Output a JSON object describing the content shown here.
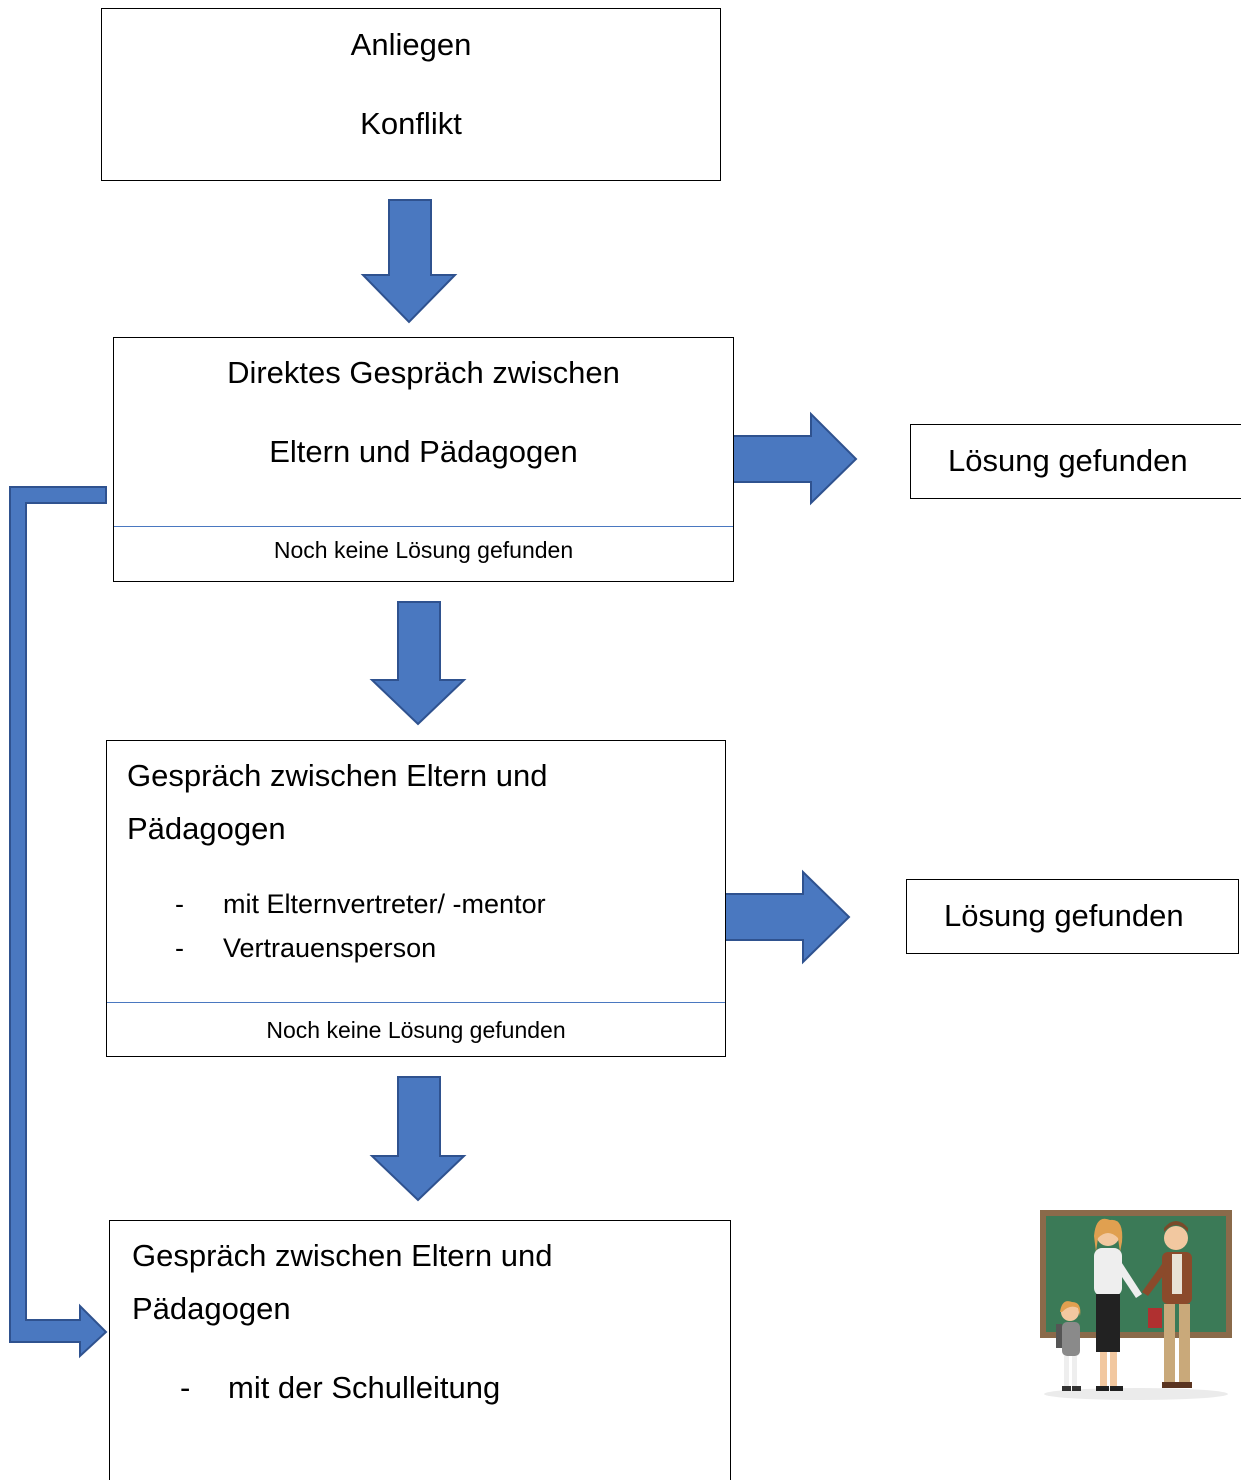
{
  "box1": {
    "line1": "Anliegen",
    "line2": "Konflikt"
  },
  "box2": {
    "line1": "Direktes Gespräch zwischen",
    "line2": "Eltern und Pädagogen",
    "footer": "Noch keine Lösung gefunden"
  },
  "box3": {
    "line1": "Gespräch zwischen Eltern und",
    "line2": "Pädagogen",
    "bullets": [
      "mit Elternvertreter/ -mentor",
      "Vertrauensperson"
    ],
    "footer": "Noch keine Lösung gefunden"
  },
  "box4": {
    "line1": "Gespräch zwischen Eltern und",
    "line2": "Pädagogen",
    "bullets": [
      "mit der Schulleitung"
    ]
  },
  "outcome1": {
    "label": "Lösung gefunden"
  },
  "outcome2": {
    "label": "Lösung gefunden"
  },
  "bullet_marker": "-",
  "colors": {
    "arrow_fill": "#4a78c0",
    "arrow_stroke": "#2f528f",
    "divider": "#4a78c0",
    "board": "#3b7a57",
    "board_frame": "#8a6a4a"
  },
  "illustration": {
    "icon": "parent-teacher-handshake-icon"
  }
}
